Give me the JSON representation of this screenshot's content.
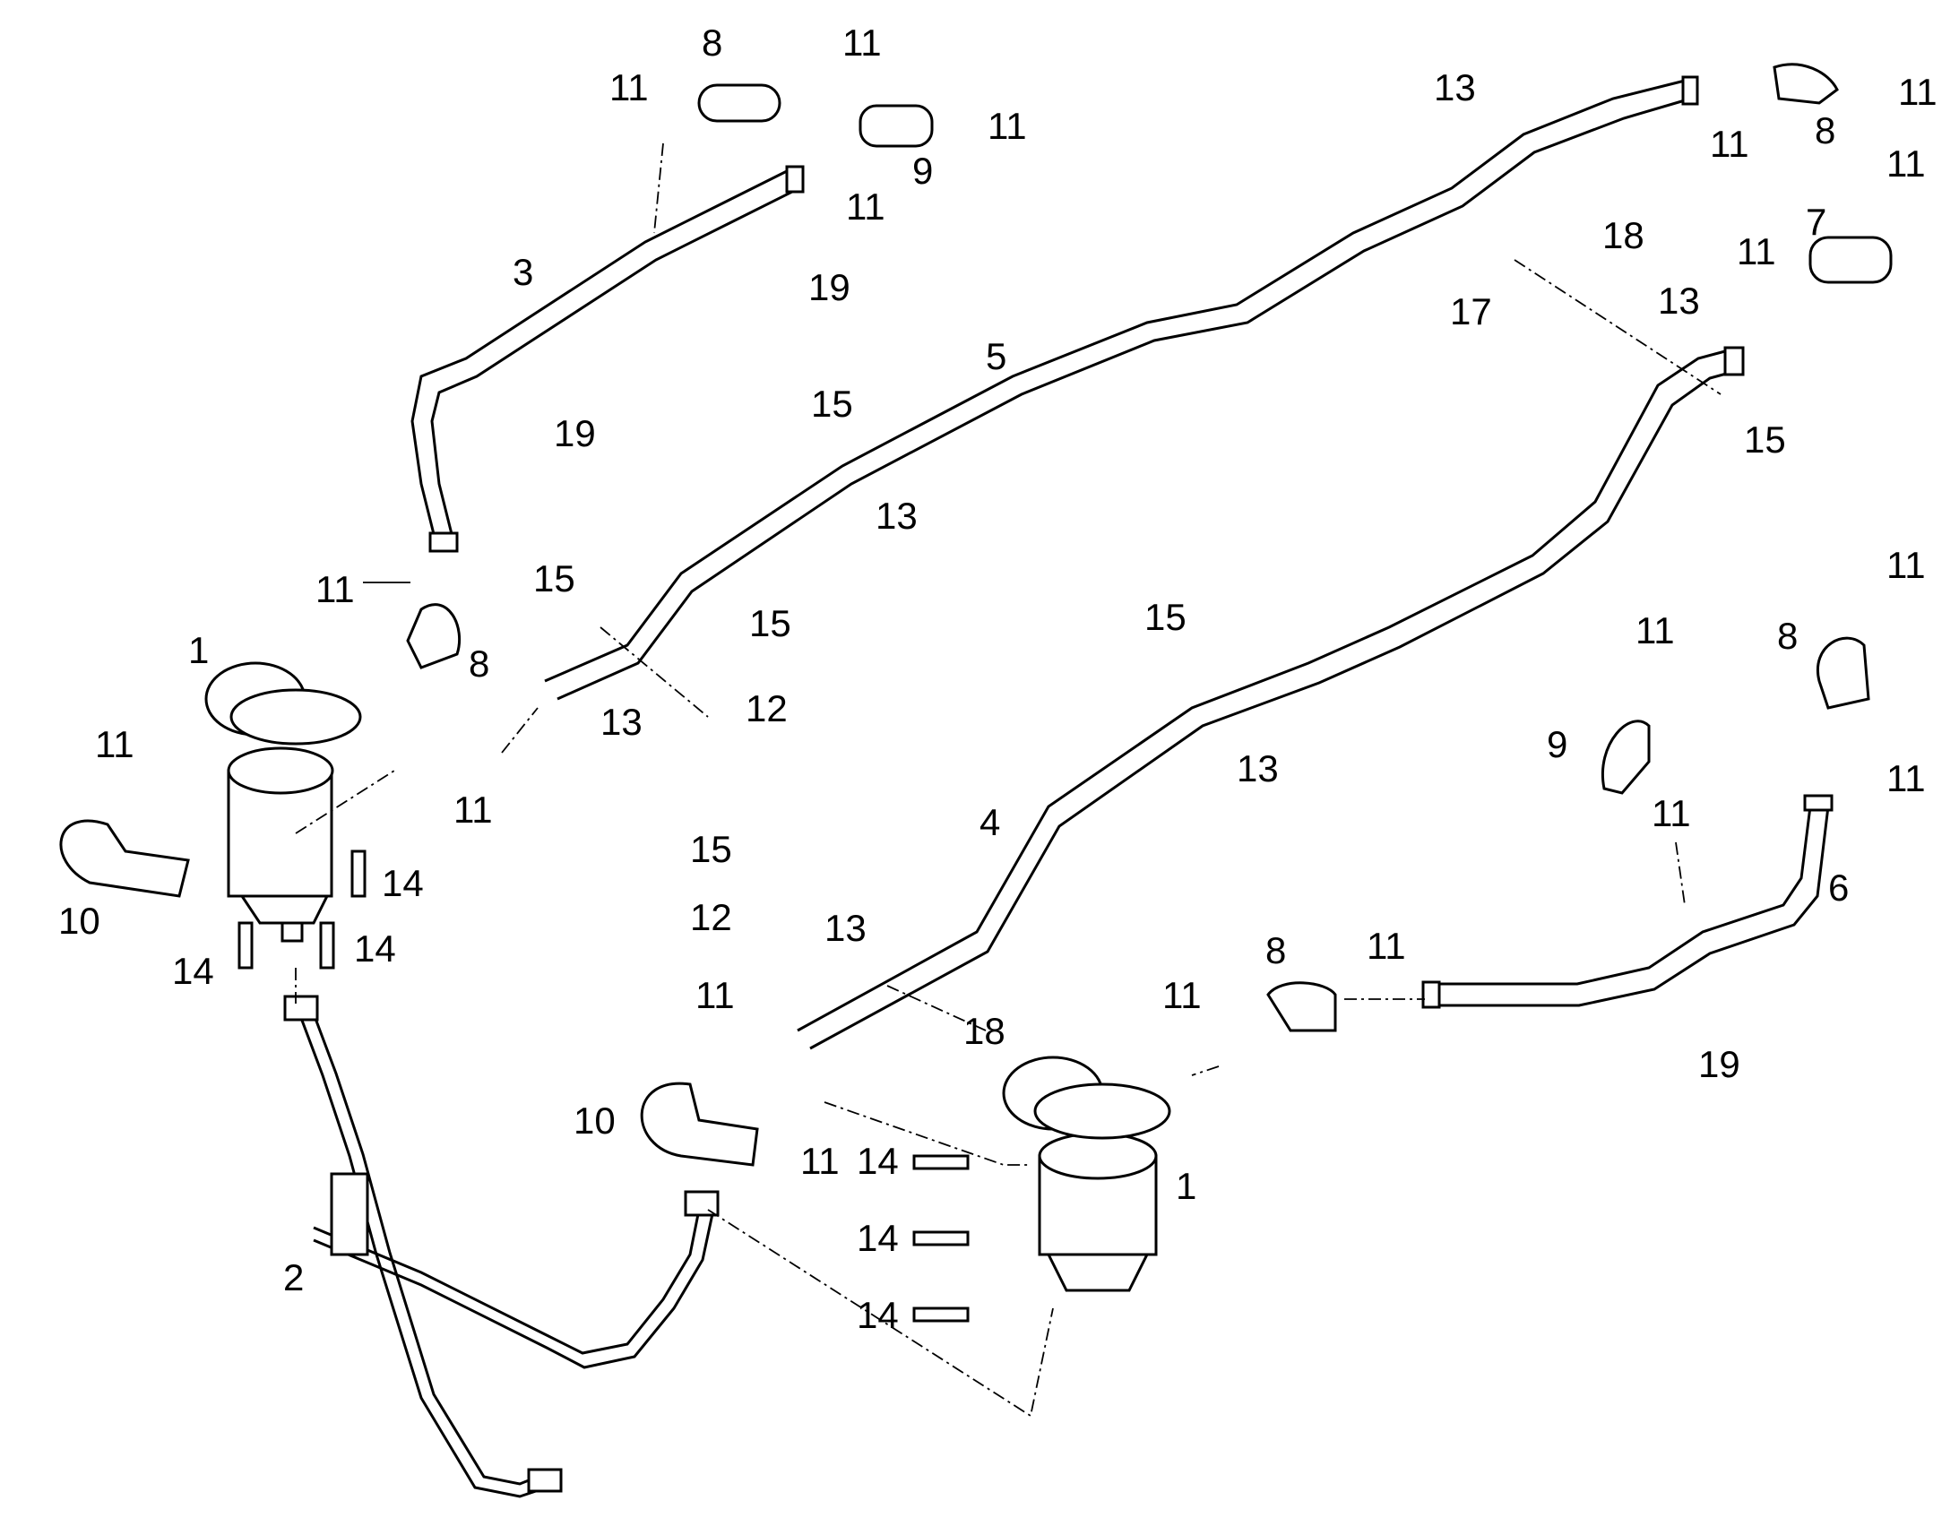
{
  "callouts": {
    "c1a": "1",
    "c1b": "1",
    "c2": "2",
    "c3": "3",
    "c4": "4",
    "c5": "5",
    "c6": "6",
    "c7": "7",
    "c8a": "8",
    "c8b": "8",
    "c8c": "8",
    "c8d": "8",
    "c8e": "8",
    "c9a": "9",
    "c9b": "9",
    "c10a": "10",
    "c10b": "10",
    "c11_01": "11",
    "c11_02": "11",
    "c11_03": "11",
    "c11_04": "11",
    "c11_05": "11",
    "c11_06": "11",
    "c11_07": "11",
    "c11_08": "11",
    "c11_09": "11",
    "c11_10": "11",
    "c11_11": "11",
    "c11_12": "11",
    "c11_13": "11",
    "c11_14": "11",
    "c11_15": "11",
    "c11_16": "11",
    "c11_17": "11",
    "c11_18": "11",
    "c11_19": "11",
    "c12a": "12",
    "c12b": "12",
    "c13a": "13",
    "c13b": "13",
    "c13c": "13",
    "c13d": "13",
    "c13e": "13",
    "c13f": "13",
    "c14a": "14",
    "c14b": "14",
    "c14c": "14",
    "c14d": "14",
    "c14e": "14",
    "c14f": "14",
    "c15a": "15",
    "c15b": "15",
    "c15c": "15",
    "c15d": "15",
    "c15e": "15",
    "c15f": "15",
    "c17": "17",
    "c18a": "18",
    "c18b": "18",
    "c19a": "19",
    "c19b": "19",
    "c19c": "19"
  }
}
